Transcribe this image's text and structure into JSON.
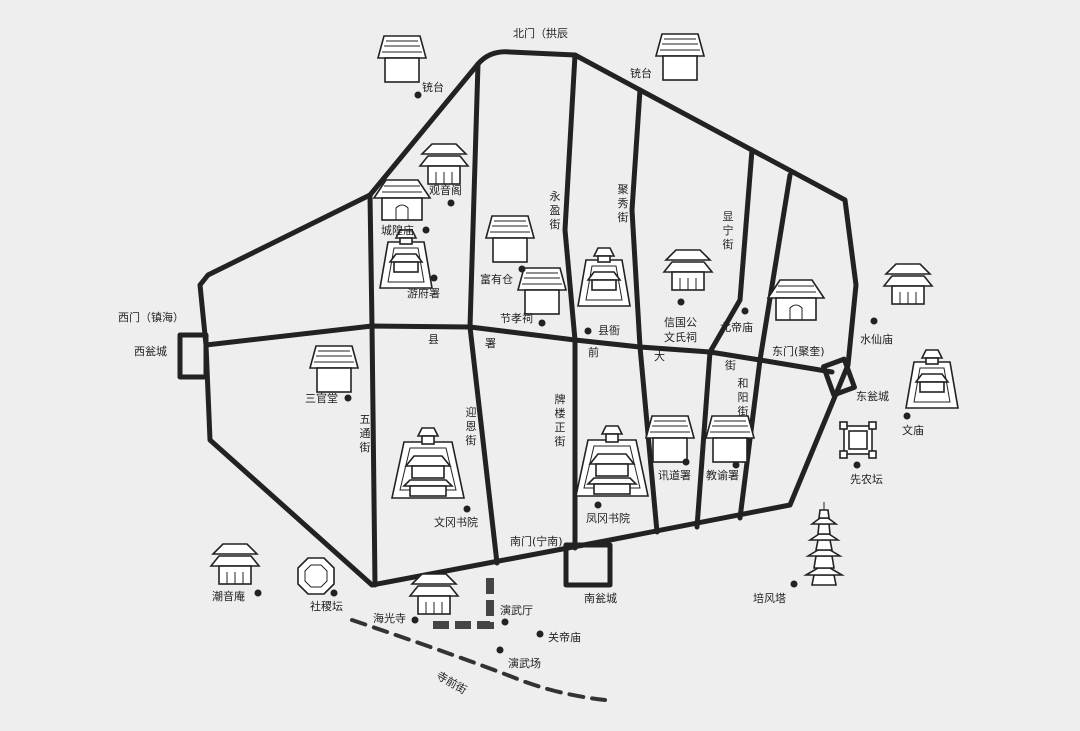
{
  "map": {
    "gates": {
      "north": "北门（拱辰",
      "west": "西门（镇海）",
      "east": "东门(聚奎)",
      "south": "南门(宁南)"
    },
    "barbicans": {
      "west": "西瓮城",
      "east": "东瓮城",
      "south": "南瓮城"
    },
    "streets": {
      "yongying": "永盈街",
      "juxiu": "聚秀街",
      "xianning": "显宁街",
      "wutong": "五通街",
      "yinghui": "迎恩街",
      "pailou": "牌楼正街",
      "heyang": "和阳街",
      "xian": "县",
      "shu": "署",
      "qian": "前",
      "da": "大",
      "jie": "街",
      "siqian": "寺前街"
    },
    "places": {
      "kantai_left": "铳台",
      "kantai_right": "铳台",
      "guanyinge": "观音阁",
      "chenghuangmiao": "城隍庙",
      "youfushu": "游府署",
      "fuyoucang": "富有仓",
      "jiexiaoci": "节孝祠",
      "xianya": "县衙",
      "xinguogong": "信国公",
      "wenshici": "文氏祠",
      "beidimiao": "北帝庙",
      "sanguantang": "三官堂",
      "wengangshuyuan": "文冈书院",
      "fenggangshuyuan": "凤冈书院",
      "xundaoshu": "讯道署",
      "jiaoyushu": "教谕署",
      "shuixianmiao": "水仙庙",
      "wenmiao": "文庙",
      "xiannongtan": "先农坛",
      "peifengta": "培风塔",
      "chaoyinan": "潮音庵",
      "shejitan": "社稷坛",
      "haiguangsi": "海光寺",
      "yanwuting": "演武厅",
      "guandimiao": "关帝庙",
      "yanwuchang": "演武场"
    }
  }
}
